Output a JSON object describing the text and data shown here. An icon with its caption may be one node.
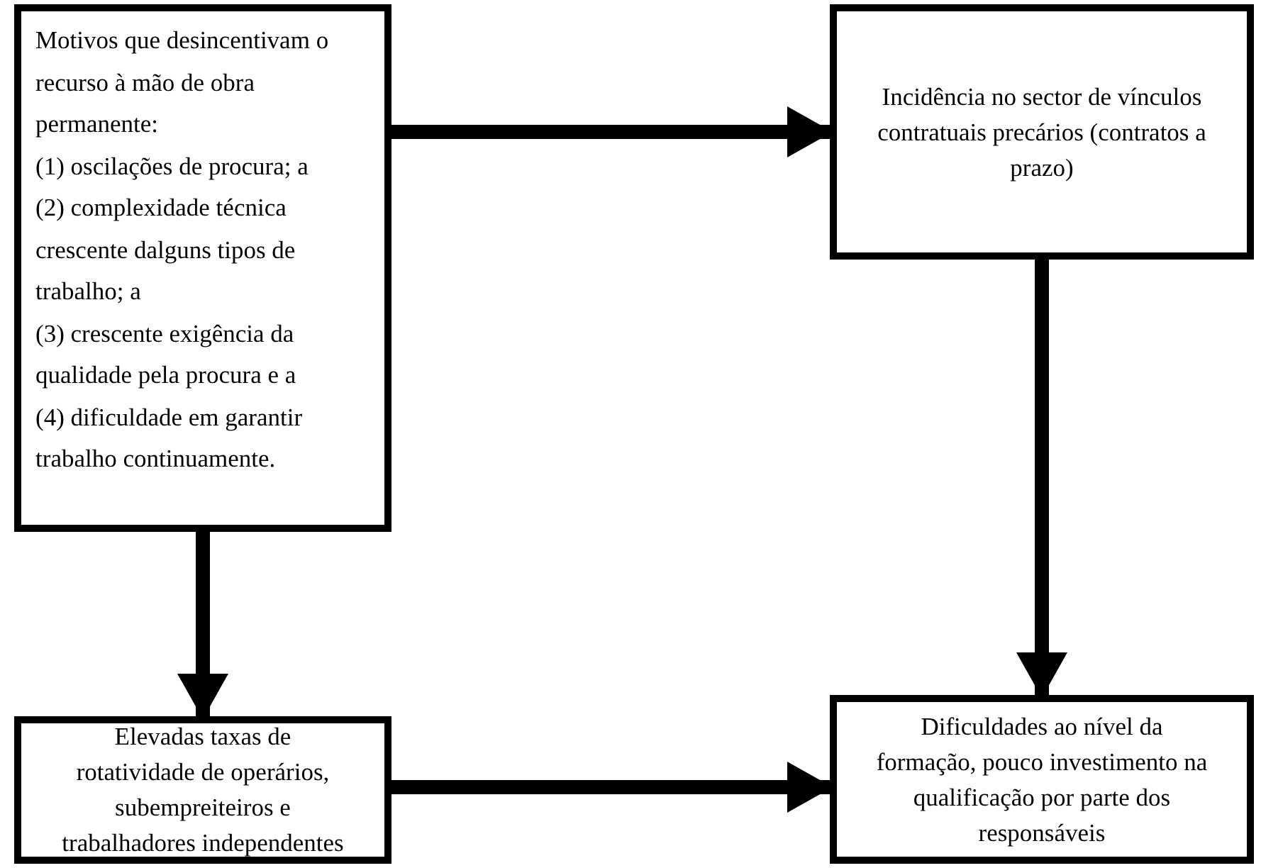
{
  "diagram": {
    "nodes": [
      {
        "text": [
          "Motivos que desincentivam o recurso à mão de obra permanente:",
          "(1) oscilações de procura; a",
          "(2) complexidade técnica crescente dalguns tipos de trabalho; a",
          "(3) crescente exigência da qualidade pela procura e a",
          "(4) dificuldade em garantir trabalho continuamente."
        ]
      },
      {
        "text": [
          "Incidência no sector de vínculos contratuais precários (contratos a prazo)"
        ]
      },
      {
        "text": [
          "Elevadas taxas de rotatividade de operários, subempreiteiros e trabalhadores independentes"
        ]
      },
      {
        "text": [
          "Dificuldades ao nível da formação, pouco investimento na qualificação por parte dos responsáveis"
        ]
      }
    ],
    "edges": [
      {
        "from": 0,
        "to": 1,
        "arrow": "to"
      },
      {
        "from": 1,
        "to": 3,
        "arrow": "to"
      },
      {
        "from": 0,
        "to": 2,
        "arrow": "to"
      },
      {
        "from": 2,
        "to": 3,
        "arrow": "to"
      }
    ]
  }
}
